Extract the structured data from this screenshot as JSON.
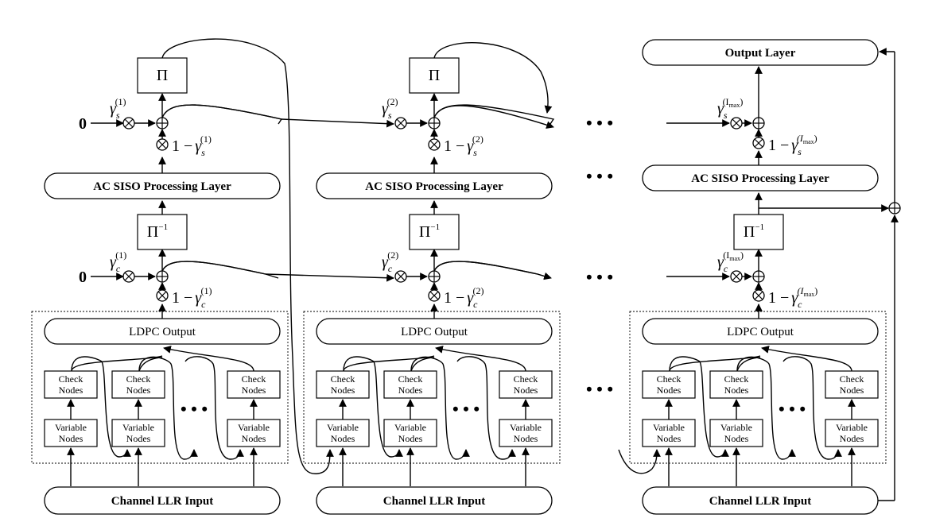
{
  "diagram": {
    "colors": {
      "stroke": "#000000",
      "fill": "#ffffff"
    },
    "labels": {
      "output_layer": "Output Layer",
      "ac_siso": "AC SISO Processing Layer",
      "ldpc_output": "LDPC Output",
      "channel_input": "Channel LLR Input",
      "check_line1": "Check",
      "check_line2": "Nodes",
      "var_line1": "Variable",
      "var_line2": "Nodes",
      "pi": "Π",
      "pi_inv": "Π",
      "pi_inv_exp": "−1",
      "zero": "0",
      "ellipsis": "• • •",
      "one_minus": "1 −",
      "gamma": "γ",
      "sub_s": "s",
      "sub_c": "c",
      "sup_1": "(1)",
      "sup_2": "(2)",
      "sup_max": "(I",
      "sup_max_sub": "max",
      "sup_close": ")"
    }
  }
}
